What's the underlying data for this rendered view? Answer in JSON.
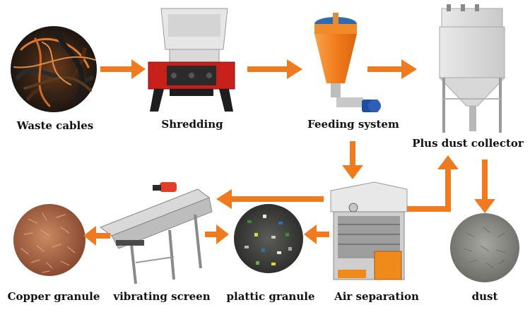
{
  "steps": {
    "waste_cables": "Waste cables",
    "shredding": "Shredding",
    "feeding_system": "Feeding system",
    "plus_dust_collector": "Plus dust collector",
    "dust": "dust",
    "air_separation": "Air separation",
    "plattic_granule": "plattic granule",
    "vibrating_screen": "vibrating screen",
    "copper_granule": "Copper granule"
  },
  "colors": {
    "arrow": "#f07a1f",
    "machine_red": "#c8201a",
    "machine_orange": "#f08a1a",
    "steel": "#dcdcdc",
    "copper": "#b06a4a",
    "dust": "#8e8e88"
  }
}
